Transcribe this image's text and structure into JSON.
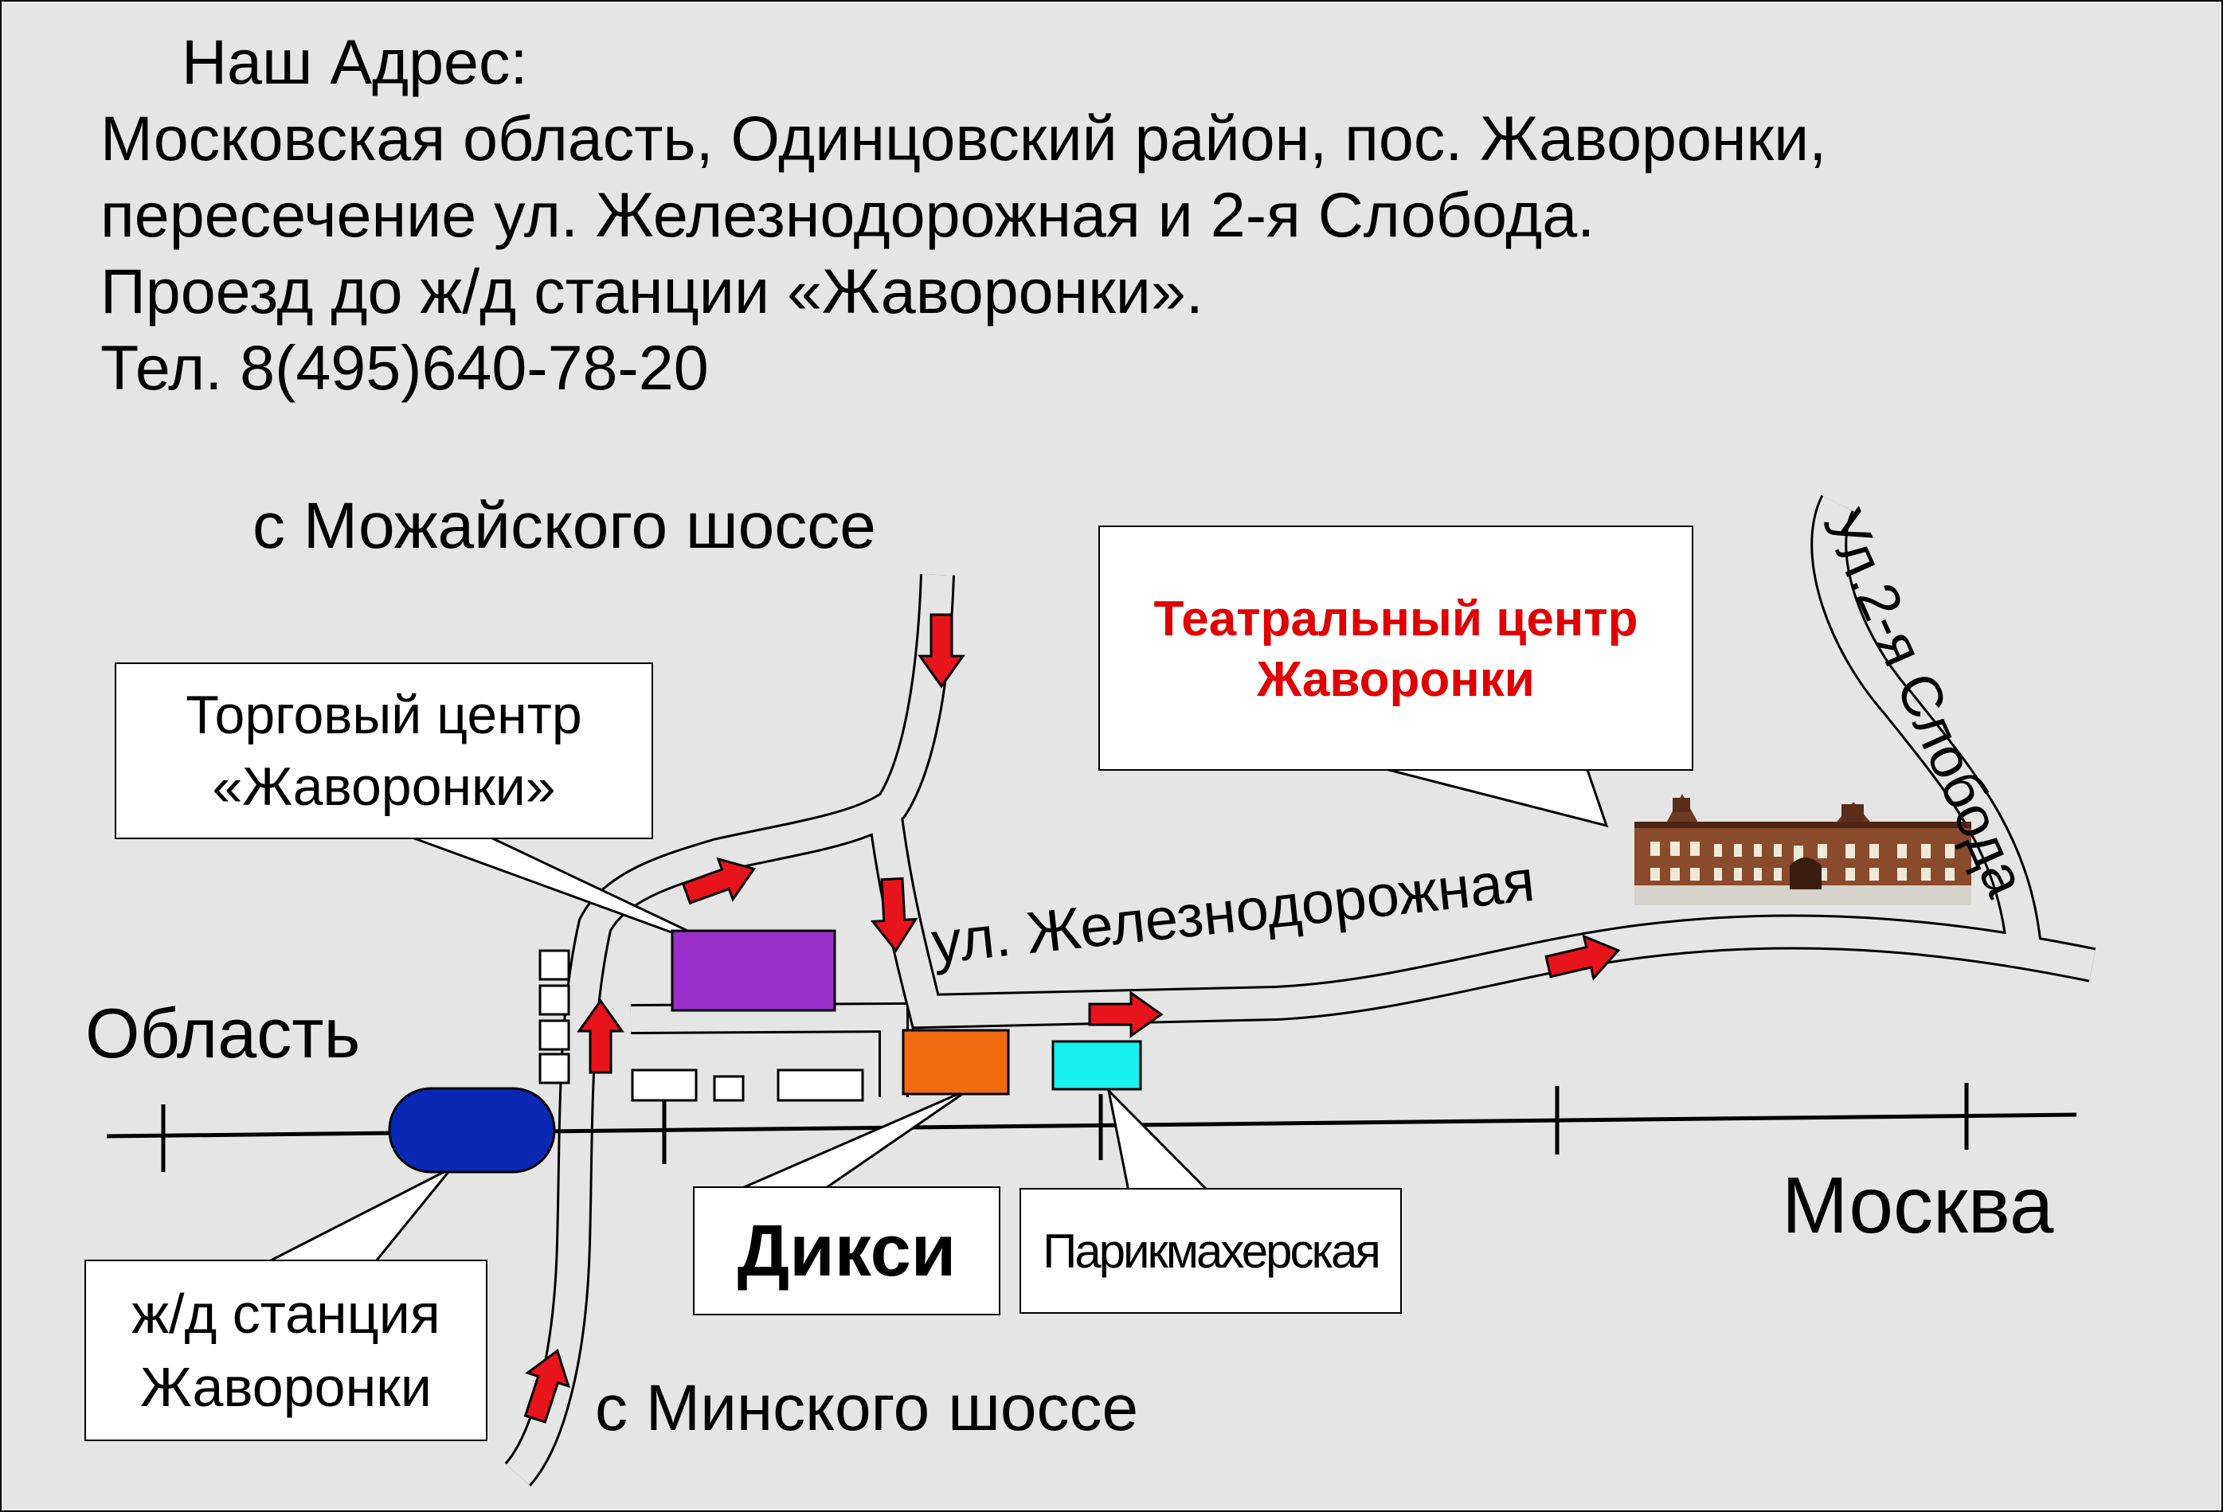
{
  "address": {
    "heading": "Наш Адрес:",
    "line1": "Московская область, Одинцовский район, пос. Жаворонки,",
    "line2": "пересечение ул. Железнодорожная и 2-я Слобода.",
    "line3": "Проезд до ж/д станции «Жаворонки».",
    "phone": "Тел. 8(495)640-78-20"
  },
  "labels": {
    "from_mozhaisk": "с Можайского шоссе",
    "from_minsk": "с Минского шоссе",
    "region": "Область",
    "moscow": "Москва",
    "zheleznodorozhnaya": "ул. Железнодорожная",
    "slobodna": "Ул.2-я Слобода"
  },
  "callouts": {
    "theater": {
      "line1": "Театральный центр",
      "line2": "Жаворонки"
    },
    "mall": {
      "line1": "Торговый центр",
      "line2": "«Жаворонки»"
    },
    "station": {
      "line1": "ж/д станция",
      "line2": "Жаворонки"
    },
    "dixy": "Дикси",
    "barber": "Парикмахерская"
  },
  "colors": {
    "background": "#e5e5e5",
    "arrow": "#e8141b",
    "theater_title": "#e00000",
    "mall_building": "#9a2fc9",
    "dixy_building": "#f26a10",
    "barber_building": "#19f0f0",
    "station_marker": "#0a28b4"
  },
  "icons": {
    "route_arrow": "route-arrow-icon",
    "theater_building": "theater-building-icon"
  }
}
